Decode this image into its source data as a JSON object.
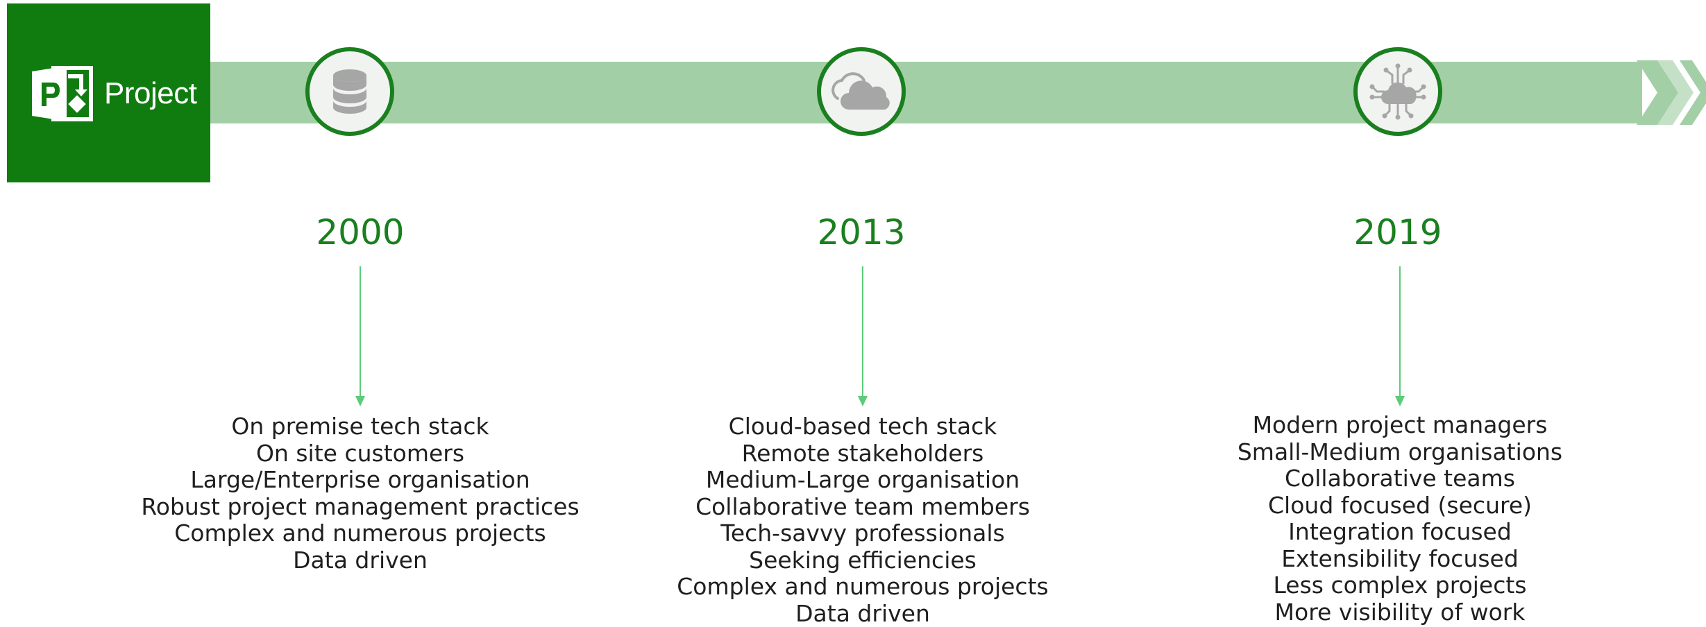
{
  "logo": {
    "product_name": "Project"
  },
  "milestones": [
    {
      "year": "2000",
      "icon": "database-icon",
      "items": [
        "On premise tech stack",
        "On site customers",
        "Large/Enterprise organisation",
        "Robust project management practices",
        "Complex and numerous projects",
        "Data driven"
      ]
    },
    {
      "year": "2013",
      "icon": "cloud-icon",
      "items": [
        "Cloud-based tech stack",
        "Remote stakeholders",
        "Medium-Large organisation",
        "Collaborative team members",
        "Tech-savvy professionals",
        "Seeking efficiencies",
        "Complex and numerous projects",
        "Data driven"
      ]
    },
    {
      "year": "2019",
      "icon": "cloud-network-icon",
      "items": [
        "Modern project managers",
        "Small-Medium organisations",
        "Collaborative teams",
        "Cloud focused (secure)",
        "Integration focused",
        "Extensibility focused",
        "Less complex projects",
        "More visibility of work"
      ]
    }
  ],
  "colors": {
    "brand_green": "#107c10",
    "accent_green": "#1a7f1e",
    "timeline_band": "#a3cfa6",
    "arrow_green": "#5ccb7a",
    "text": "#1f1f1f"
  }
}
